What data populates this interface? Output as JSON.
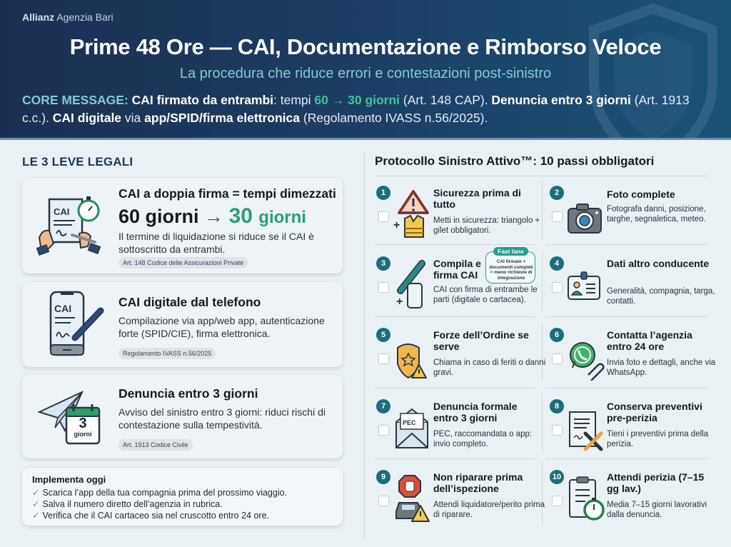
{
  "header": {
    "brand_bold": "Allianz",
    "brand_rest": "Agenzia Bari",
    "title": "Prime 48 Ore — CAI, Documentazione e Rimborso Veloce",
    "subtitle": "La procedura che riduce errori e contestazioni post-sinistro",
    "core": {
      "label": "CORE MESSAGE:",
      "p1_bold": "CAI firmato da entrambi",
      "p1_rest": ": tempi ",
      "p1_green": "60 → 30 giorni",
      "p1_ref": " (Art. 148 CAP). ",
      "p2_bold": "Denuncia entro 3 giorni",
      "p2_ref": " (Art. 1913 c.c.). ",
      "p3_bold": "CAI digitale",
      "p3_via": " via ",
      "p3_bold2": "app/SPID/firma elettronica",
      "p3_ref": " (Regolamento IVASS n.56/2025)."
    }
  },
  "left": {
    "title": "LE 3 LEVE LEGALI",
    "cards": [
      {
        "title": "CAI a doppia firma = tempi dimezzati",
        "from": "60 giorni",
        "arrow": "→",
        "to_num": "30",
        "to_unit": "giorni",
        "text": "Il termine di liquidazione si riduce se il CAI è sottoscritto da entrambi.",
        "ref": "Art. 148 Codice delle Assicurazioni Private",
        "icon": "signed-document-stopwatch-icon"
      },
      {
        "title": "CAI digitale dal telefono",
        "text": "Compilazione via app/web app, autenticazione forte (SPID/CIE), firma elettronica.",
        "ref": "Regolamento IVASS n.56/2025",
        "icon": "phone-cai-pen-icon"
      },
      {
        "title": "Denuncia entro 3 giorni",
        "text": "Avviso del sinistro entro 3 giorni: riduci rischi di contestazione sulla tempestività.",
        "ref": "Art. 1913 Codice Civile",
        "icon": "paper-plane-calendar-icon",
        "calendar_num": "3",
        "calendar_unit": "giorni"
      }
    ],
    "implement": {
      "title": "Implementa oggi",
      "check": "✓",
      "items": [
        "Scarica l’app della tua compagnia prima del prossimo viaggio.",
        "Salva il numero diretto dell’agenzia in rubrica.",
        "Verifica che il CAI cartaceo sia nel cruscotto entro 24 ore."
      ]
    }
  },
  "right": {
    "title": "Protocollo Sinistro Attivo™: 10 passi obbligatori",
    "fastlane": {
      "tag": "Fast lane",
      "text": "CAI firmato + documenti completi = meno richieste di integrazione"
    },
    "steps": [
      {
        "num": "1",
        "title": "Sicurezza prima di tutto",
        "desc": "Metti in sicurezza: triangolo + gilet obbligatori.",
        "icon": "warning-triangle-vest-icon"
      },
      {
        "num": "2",
        "title": "Foto complete",
        "desc": "Fotografa danni, posizione, targhe, segnaletica, meteo.",
        "icon": "camera-icon"
      },
      {
        "num": "3",
        "title": "Compila e firma CAI",
        "desc": "CAI con firma di entrambe le parti (digitale o cartacea).",
        "icon": "pen-phone-icon"
      },
      {
        "num": "4",
        "title": "Dati altro conducente",
        "desc": "Generalità, compagnia, targa, contatti.",
        "icon": "id-badge-icon"
      },
      {
        "num": "5",
        "title": "Forze dell’Ordine se serve",
        "desc": "Chiama in caso di feriti o danni gravi.",
        "icon": "police-badge-icon"
      },
      {
        "num": "6",
        "title": "Contatta l’agenzia entro 24 ore",
        "desc": "Invia foto e dettagli, anche via WhatsApp.",
        "icon": "whatsapp-paperclip-icon"
      },
      {
        "num": "7",
        "title": "Denuncia formale entro 3 giorni",
        "desc": "PEC, raccomandata o app: invio completo.",
        "icon": "pec-envelope-icon"
      },
      {
        "num": "8",
        "title": "Conserva preventivi pre-perizia",
        "desc": "Tieni i preventivi prima della perizia.",
        "icon": "receipt-tools-icon"
      },
      {
        "num": "9",
        "title": "Non riparare prima dell’ispezione",
        "desc": "Attendi liquidatore/perito prima di riparare.",
        "icon": "stop-hand-car-icon"
      },
      {
        "num": "10",
        "title": "Attendi perizia (7–15 gg lav.)",
        "desc": "Media 7–15 giorni lavorativi dalla denuncia.",
        "icon": "clipboard-stopwatch-icon"
      }
    ]
  },
  "colors": {
    "header_dark": "#1c2f52",
    "header_light": "#1a5276",
    "accent_teal": "#7fcbd6",
    "accent_green": "#2a9d7c",
    "step_badge": "#1d6d7b"
  }
}
